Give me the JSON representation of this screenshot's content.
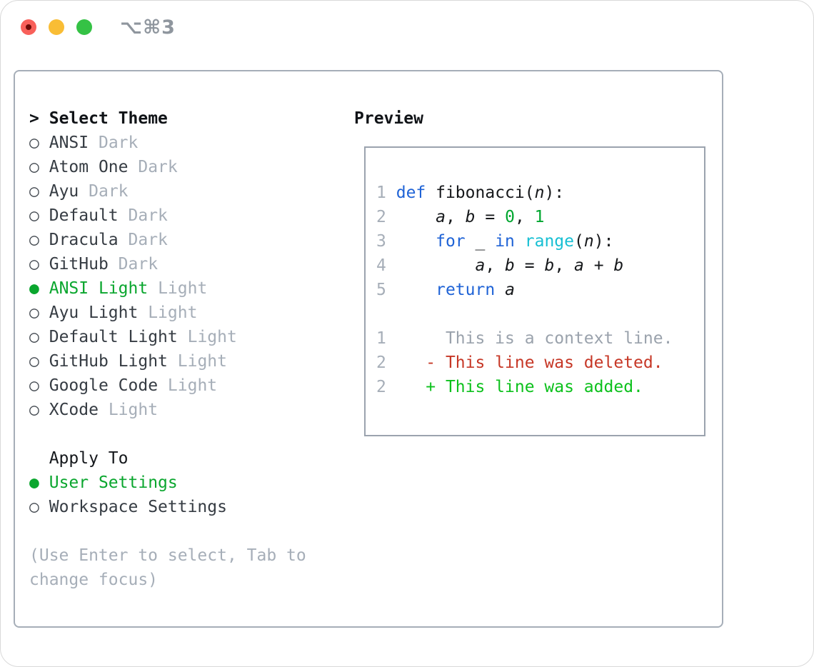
{
  "window": {
    "title": "⌥⌘3",
    "buttons": [
      "close",
      "minimize",
      "zoom"
    ]
  },
  "markers": {
    "header": ">",
    "selected": "●",
    "unselected": "○"
  },
  "colors": {
    "selection_green": "#0aa62e",
    "added_green": "#0cc11c",
    "deleted_red": "#c63726",
    "keyword_blue": "#1f63d6",
    "function_cyan": "#17bfd3",
    "literal_green": "#00a62f",
    "muted_gray": "#a6aeb8",
    "border_gray": "#9ba3ae",
    "traffic_red": "#f8605a",
    "traffic_yellow": "#f9bd35",
    "traffic_green": "#35c245"
  },
  "left_panel": {
    "header": {
      "prefix": ">",
      "label": "Select Theme"
    },
    "themes": [
      {
        "name": "ANSI",
        "variant": "Dark",
        "selected": false
      },
      {
        "name": "Atom One",
        "variant": "Dark",
        "selected": false
      },
      {
        "name": "Ayu",
        "variant": "Dark",
        "selected": false
      },
      {
        "name": "Default",
        "variant": "Dark",
        "selected": false
      },
      {
        "name": "Dracula",
        "variant": "Dark",
        "selected": false
      },
      {
        "name": "GitHub",
        "variant": "Dark",
        "selected": false
      },
      {
        "name": "ANSI Light",
        "variant": "Light",
        "selected": true
      },
      {
        "name": "Ayu Light",
        "variant": "Light",
        "selected": false
      },
      {
        "name": "Default Light",
        "variant": "Light",
        "selected": false
      },
      {
        "name": "GitHub Light",
        "variant": "Light",
        "selected": false
      },
      {
        "name": "Google Code",
        "variant": "Light",
        "selected": false
      },
      {
        "name": "XCode",
        "variant": "Light",
        "selected": false
      }
    ],
    "apply_to": {
      "header": "Apply To",
      "options": [
        {
          "label": "User Settings",
          "selected": true
        },
        {
          "label": "Workspace Settings",
          "selected": false
        }
      ]
    },
    "hint_lines": [
      "(Use Enter to select, Tab to",
      "change focus)"
    ]
  },
  "preview": {
    "header": "Preview",
    "code_lines": [
      [
        [
          "num",
          "1"
        ],
        [
          "plain",
          " "
        ],
        [
          "kw",
          "def"
        ],
        [
          "plain",
          " fibonacci("
        ],
        [
          "var",
          "n"
        ],
        [
          "plain",
          "):"
        ]
      ],
      [
        [
          "num",
          "2"
        ],
        [
          "plain",
          "     "
        ],
        [
          "var",
          "a"
        ],
        [
          "plain",
          ", "
        ],
        [
          "var",
          "b"
        ],
        [
          "plain",
          " = "
        ],
        [
          "lit",
          "0"
        ],
        [
          "plain",
          ", "
        ],
        [
          "lit",
          "1"
        ]
      ],
      [
        [
          "num",
          "3"
        ],
        [
          "plain",
          "     "
        ],
        [
          "kw",
          "for"
        ],
        [
          "plain",
          " _ "
        ],
        [
          "kw",
          "in"
        ],
        [
          "plain",
          " "
        ],
        [
          "fn",
          "range"
        ],
        [
          "plain",
          "("
        ],
        [
          "var",
          "n"
        ],
        [
          "plain",
          "):"
        ]
      ],
      [
        [
          "num",
          "4"
        ],
        [
          "plain",
          "         "
        ],
        [
          "var",
          "a"
        ],
        [
          "plain",
          ", "
        ],
        [
          "var",
          "b"
        ],
        [
          "plain",
          " = "
        ],
        [
          "var",
          "b"
        ],
        [
          "plain",
          ", "
        ],
        [
          "var",
          "a"
        ],
        [
          "plain",
          " + "
        ],
        [
          "var",
          "b"
        ]
      ],
      [
        [
          "num",
          "5"
        ],
        [
          "plain",
          "     "
        ],
        [
          "kw",
          "return"
        ],
        [
          "plain",
          " "
        ],
        [
          "var",
          "a"
        ]
      ],
      [],
      [
        [
          "num",
          "1"
        ],
        [
          "ctx",
          "      This is a context line."
        ]
      ],
      [
        [
          "num",
          "2"
        ],
        [
          "plain",
          "    "
        ],
        [
          "del",
          "- This line was deleted."
        ]
      ],
      [
        [
          "num",
          "2"
        ],
        [
          "plain",
          "    "
        ],
        [
          "add",
          "+ This line was added."
        ]
      ]
    ]
  }
}
